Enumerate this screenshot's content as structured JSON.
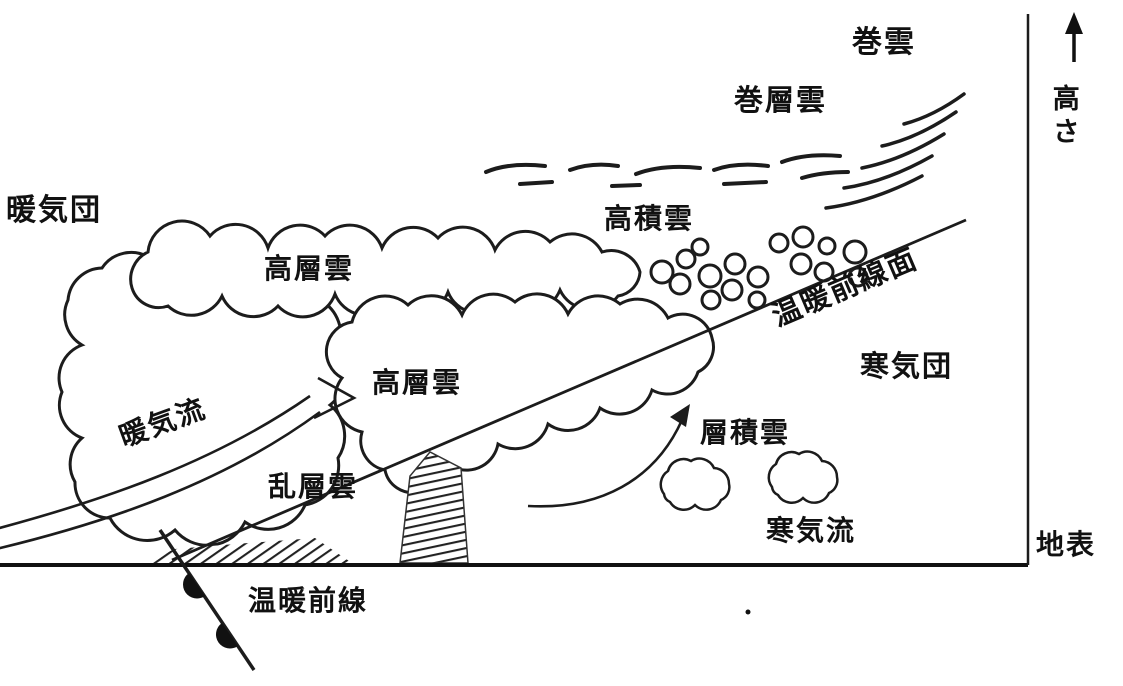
{
  "colors": {
    "ink": "#111111",
    "background": "#ffffff"
  },
  "labels": {
    "warm_air_mass": "暖気団",
    "cirrus": "巻雲",
    "cirrostratus": "巻層雲",
    "altocumulus": "高積雲",
    "altostratus_upper": "高層雲",
    "altostratus_lower": "高層雲",
    "warm_front_surface": "温暖前線面",
    "cold_air_mass": "寒気団",
    "warm_air_current": "暖気流",
    "stratocumulus": "層積雲",
    "nimbostratus": "乱層雲",
    "cold_air_current": "寒気流",
    "warm_front": "温暖前線",
    "ground_surface": "地表",
    "height_axis": "高さ"
  }
}
